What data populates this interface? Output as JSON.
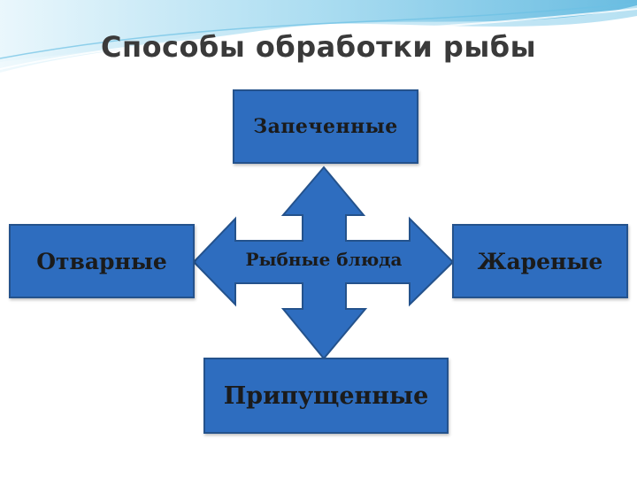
{
  "slide": {
    "title": "Способы обработки рыбы"
  },
  "diagram": {
    "center_label": "Рыбные блюда",
    "methods": {
      "top": "Запеченные",
      "left": "Отварные",
      "right": "Жареные",
      "bottom": "Припущенные"
    }
  },
  "colors": {
    "box_fill": "#2e6dbf",
    "box_border": "#24528c",
    "arrow_fill": "#2e6dbf",
    "title_text": "#3a3a3a",
    "wave_light": "#bfe6f5",
    "wave_dark": "#5ab4dc"
  }
}
